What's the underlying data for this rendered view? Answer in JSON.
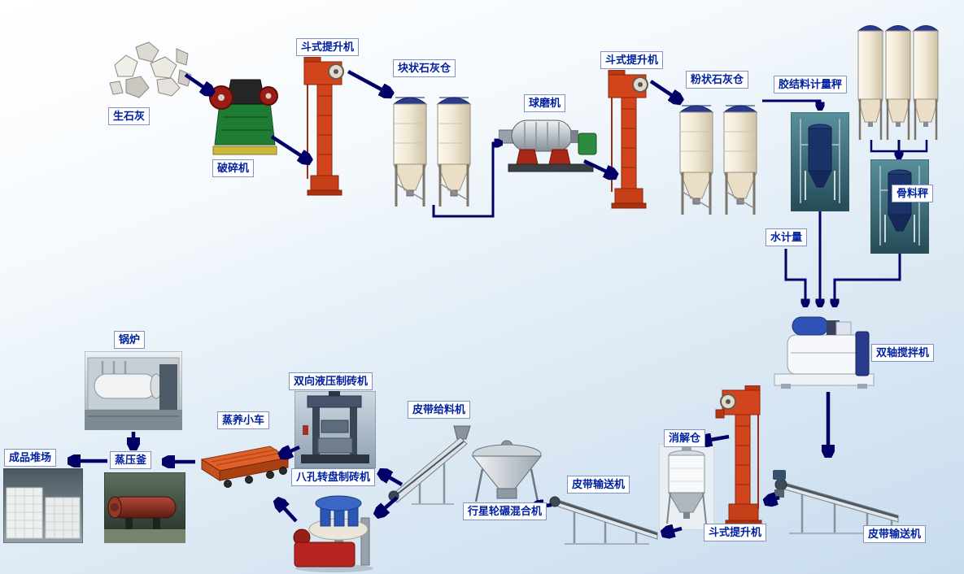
{
  "diagram": {
    "type": "industrial-process-flow",
    "language": "zh-CN",
    "arrow_color": "#000066",
    "label_text_color": "#0022a0",
    "label_background": "#ffffff",
    "label_border_color": "#7f93c6",
    "background_top": "#ffffff",
    "background_bottom": "#c8dcee"
  },
  "labels": {
    "quicklime": "生石灰",
    "crusher": "破碎机",
    "bucket_elevator_1": "斗式提升机",
    "block_lime_silo": "块状石灰仓",
    "ball_mill": "球磨机",
    "bucket_elevator_2": "斗式提升机",
    "powder_lime_silo": "粉状石灰仓",
    "binder_weigher": "胶结料计量秤",
    "aggregate_scale": "骨料秤",
    "water_meter": "水计量",
    "twin_shaft_mixer": "双轴搅拌机",
    "belt_conveyor_right": "皮带输送机",
    "bucket_elevator_3": "斗式提升机",
    "digestion_silo": "消解仓",
    "belt_conveyor_mid": "皮带输送机",
    "planetary_mixer": "行星轮碾混合机",
    "belt_feeder": "皮带给料机",
    "hydraulic_brick_machine": "双向液压制砖机",
    "rotary_brick_machine": "八孔转盘制砖机",
    "steam_cart": "蒸养小车",
    "autoclave": "蒸压釜",
    "boiler": "锅炉",
    "product_yard": "成品堆场"
  },
  "flow_edges": [
    [
      "quicklime",
      "crusher"
    ],
    [
      "crusher",
      "bucket_elevator_1"
    ],
    [
      "bucket_elevator_1",
      "block_lime_silo"
    ],
    [
      "block_lime_silo",
      "ball_mill"
    ],
    [
      "ball_mill",
      "bucket_elevator_2"
    ],
    [
      "bucket_elevator_2",
      "powder_lime_silo"
    ],
    [
      "powder_lime_silo",
      "binder_weigher"
    ],
    [
      "binder_weigher",
      "twin_shaft_mixer"
    ],
    [
      "water_meter",
      "twin_shaft_mixer"
    ],
    [
      "aggregate_silos",
      "aggregate_scale"
    ],
    [
      "aggregate_scale",
      "twin_shaft_mixer"
    ],
    [
      "twin_shaft_mixer",
      "belt_conveyor_right"
    ],
    [
      "belt_conveyor_right",
      "bucket_elevator_3"
    ],
    [
      "bucket_elevator_3",
      "digestion_silo"
    ],
    [
      "digestion_silo",
      "belt_conveyor_mid"
    ],
    [
      "belt_conveyor_mid",
      "planetary_mixer"
    ],
    [
      "belt_feeder",
      "hydraulic_brick_machine"
    ],
    [
      "belt_feeder",
      "rotary_brick_machine"
    ],
    [
      "hydraulic_brick_machine",
      "steam_cart"
    ],
    [
      "rotary_brick_machine",
      "steam_cart"
    ],
    [
      "steam_cart",
      "autoclave"
    ],
    [
      "autoclave",
      "product_yard"
    ],
    [
      "boiler",
      "autoclave"
    ]
  ]
}
